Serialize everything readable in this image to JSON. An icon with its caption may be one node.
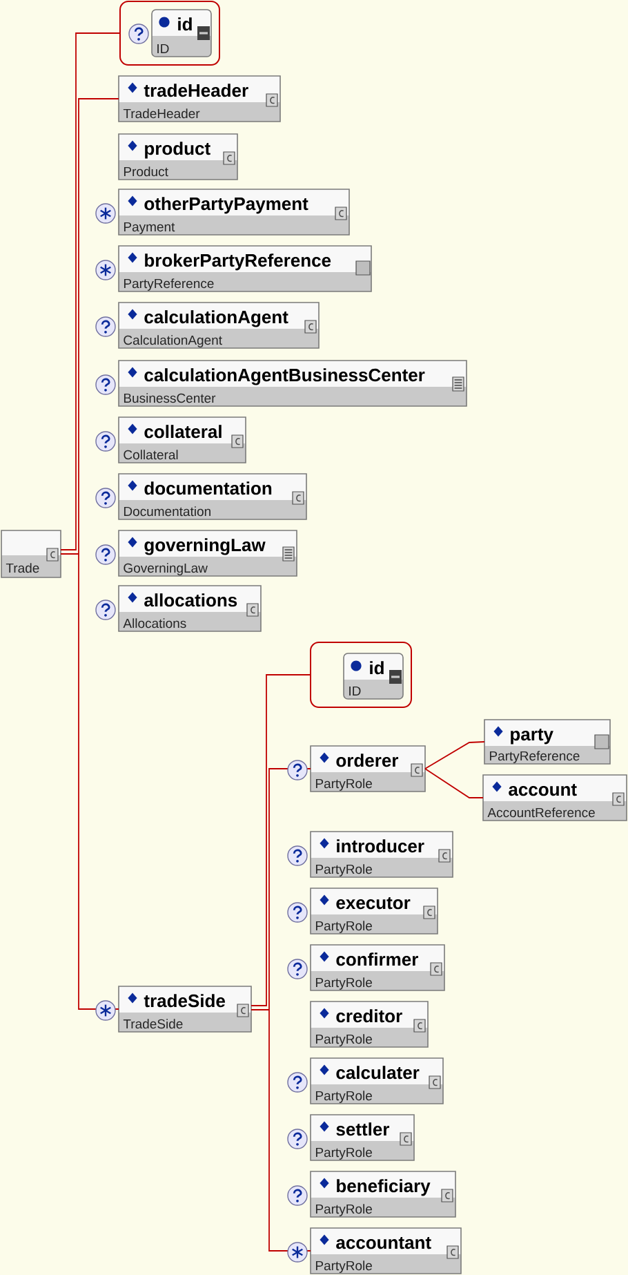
{
  "diagram": {
    "nodes": [
      {
        "text": [
          "Trade"
        ]
      },
      {
        "text": [],
        "shape": "box"
      },
      {
        "text": [
          "id",
          "ID"
        ],
        "in": 1
      },
      {
        "text": [
          "tradeHeader",
          "TradeHeader"
        ]
      },
      {
        "text": [
          "product",
          "Product"
        ]
      },
      {
        "text": [
          "otherPartyPayment",
          "Payment"
        ]
      },
      {
        "text": [
          "brokerPartyReference",
          "PartyReference"
        ]
      },
      {
        "text": [
          "calculationAgent",
          "CalculationAgent"
        ]
      },
      {
        "text": [
          "calculationAgentBusinessCenter",
          "BusinessCenter"
        ]
      },
      {
        "text": [
          "collateral",
          "Collateral"
        ]
      },
      {
        "text": [
          "documentation",
          "Documentation"
        ]
      },
      {
        "text": [
          "governingLaw",
          "GoverningLaw"
        ]
      },
      {
        "text": [
          "allocations",
          "Allocations"
        ]
      },
      {
        "text": [
          "tradeSide",
          "TradeSide"
        ]
      },
      {
        "text": [],
        "shape": "box"
      },
      {
        "text": [
          "id",
          "ID"
        ],
        "in": 14
      },
      {
        "text": [
          "orderer",
          "PartyRole"
        ]
      },
      {
        "text": [
          "party",
          "PartyReference"
        ]
      },
      {
        "text": [
          "account",
          "AccountReference"
        ]
      },
      {
        "text": [
          "introducer",
          "PartyRole"
        ]
      },
      {
        "text": [
          "executor",
          "PartyRole"
        ]
      },
      {
        "text": [
          "confirmer",
          "PartyRole"
        ]
      },
      {
        "text": [
          "creditor",
          "PartyRole"
        ]
      },
      {
        "text": [
          "calculater",
          "PartyRole"
        ]
      },
      {
        "text": [
          "settler",
          "PartyRole"
        ]
      },
      {
        "text": [
          "beneficiary",
          "PartyRole"
        ]
      },
      {
        "text": [
          "accountant",
          "PartyRole"
        ]
      }
    ],
    "edges": [
      {
        "from": 0,
        "to": 1,
        "arrow": "none"
      },
      {
        "from": 0,
        "to": 3,
        "arrow": "none"
      },
      {
        "from": 0,
        "to": 13,
        "arrow": "none"
      },
      {
        "from": 13,
        "to": 14,
        "arrow": "none"
      },
      {
        "from": 13,
        "to": 16,
        "arrow": "none"
      },
      {
        "from": 13,
        "to": 26,
        "arrow": "none"
      },
      {
        "from": 16,
        "to": 17,
        "arrow": "none"
      },
      {
        "from": 16,
        "to": 18,
        "arrow": "none"
      }
    ]
  }
}
